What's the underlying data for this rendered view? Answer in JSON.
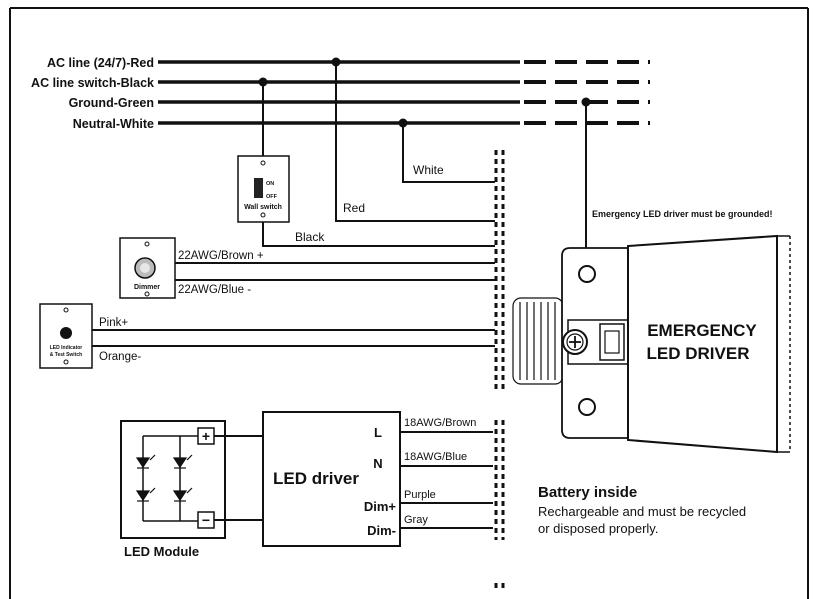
{
  "lines": {
    "ac_red": "AC line (24/7)-Red",
    "ac_black": "AC line switch-Black",
    "ground": "Ground-Green",
    "neutral": "Neutral-White"
  },
  "wires": {
    "white": "White",
    "red": "Red",
    "black": "Black",
    "brown22": "22AWG/Brown +",
    "blue22": "22AWG/Blue -",
    "pink": "Pink+",
    "orange": "Orange-",
    "brown18": "18AWG/Brown",
    "blue18": "18AWG/Blue",
    "purple": "Purple",
    "gray": "Gray"
  },
  "devices": {
    "wall_switch": "Wall switch",
    "switch_on": "ON",
    "switch_off": "OFF",
    "dimmer": "Dimmer",
    "indicator_line1": "LED Indicator",
    "indicator_line2": "& Test Switch",
    "led_driver": "LED driver",
    "led_module": "LED  Module",
    "terminal_l": "L",
    "terminal_n": "N",
    "terminal_dimp": "Dim+",
    "terminal_dimm": "Dim-",
    "plus": "+",
    "minus": "−"
  },
  "emergency": {
    "ground_note": "Emergency LED  driver must be grounded!",
    "title_line1": "EMERGENCY",
    "title_line2": "LED DRIVER"
  },
  "battery": {
    "title": "Battery inside",
    "line1": "Rechargeable and must be recycled",
    "line2": "or disposed properly."
  }
}
